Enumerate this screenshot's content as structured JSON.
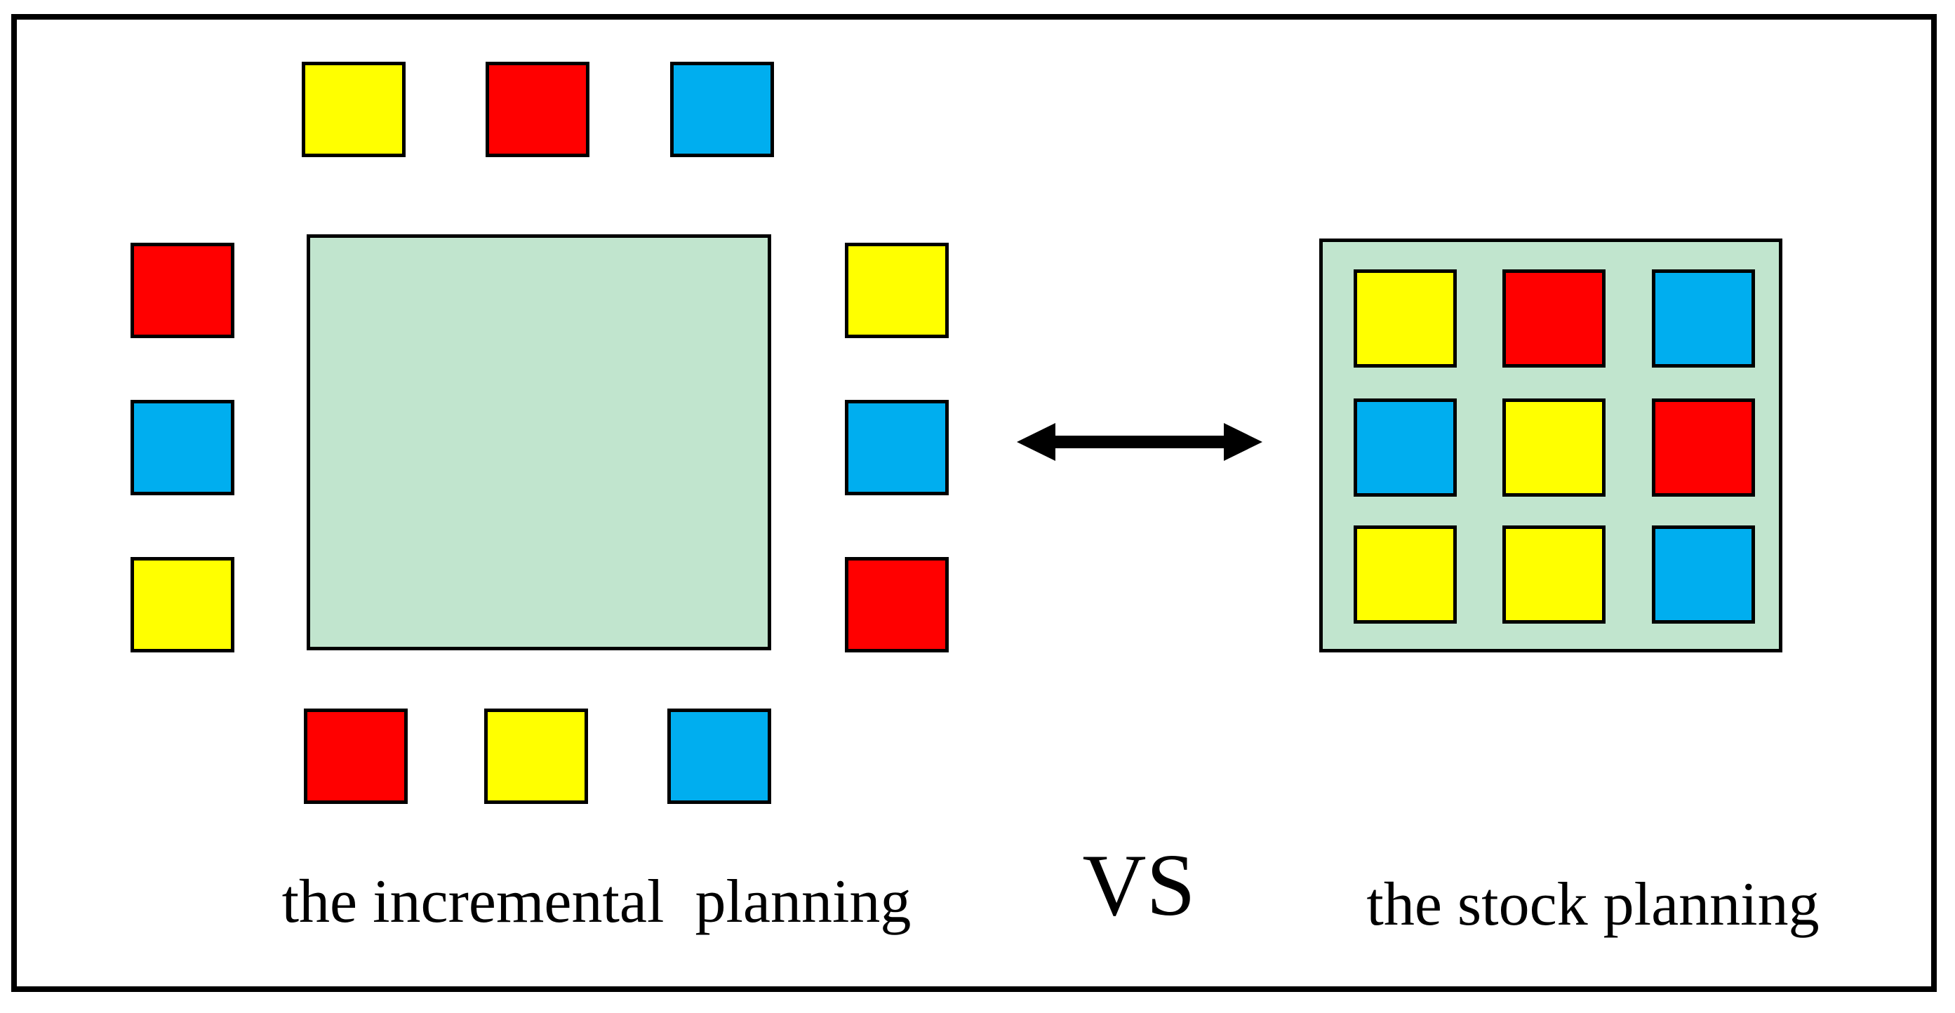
{
  "figure": {
    "left_label": "the incremental  planning",
    "vs_label": "VS",
    "right_label": "the stock planning"
  },
  "palette": {
    "yellow": "#FFFF00",
    "red": "#FF0000",
    "blue": "#00AEEF",
    "board_green": "#C1E5CE",
    "outline": "#000000"
  },
  "incremental": {
    "top": [
      "yellow",
      "red",
      "blue"
    ],
    "left": [
      "red",
      "blue",
      "yellow"
    ],
    "right": [
      "yellow",
      "blue",
      "red"
    ],
    "bottom": [
      "red",
      "yellow",
      "blue"
    ]
  },
  "stock": {
    "grid": [
      [
        "yellow",
        "red",
        "blue"
      ],
      [
        "blue",
        "yellow",
        "red"
      ],
      [
        "yellow",
        "yellow",
        "blue"
      ]
    ]
  },
  "arrow": {
    "direction": "double-headed-horizontal"
  }
}
